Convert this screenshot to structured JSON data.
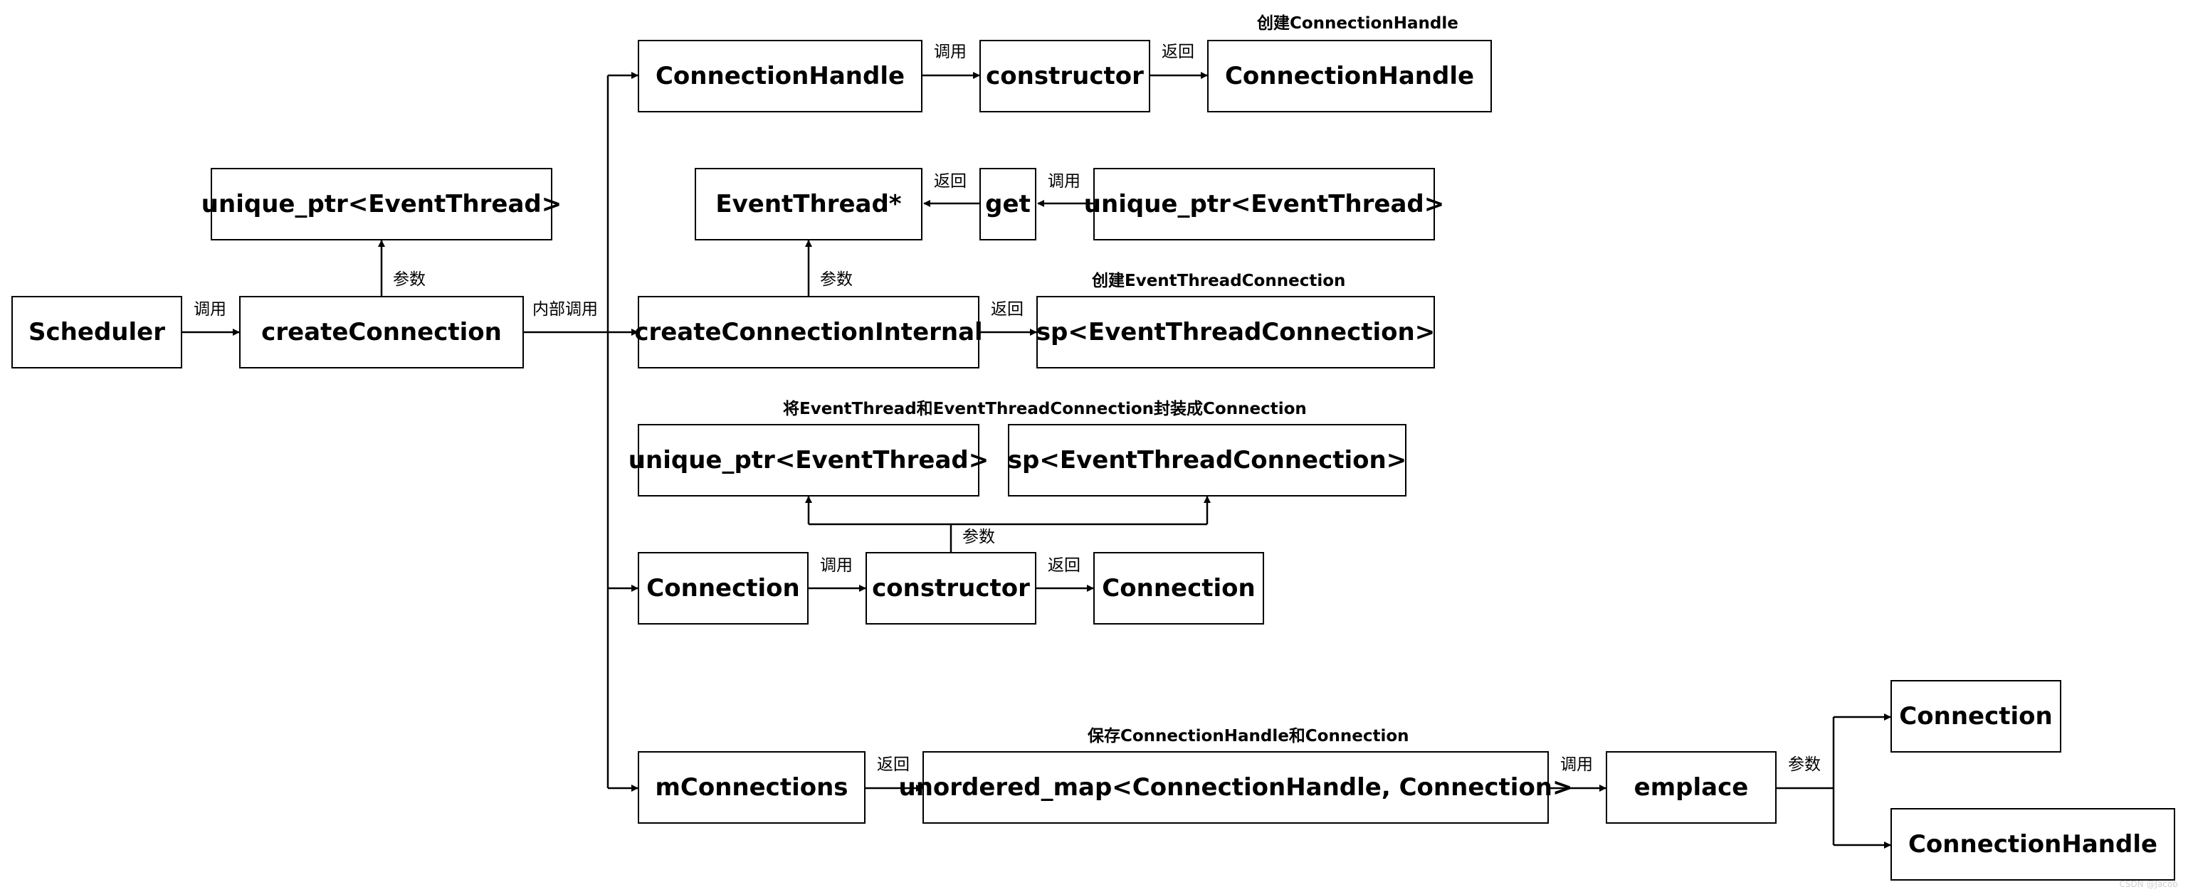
{
  "nodes": {
    "scheduler": "Scheduler",
    "create_connection": "createConnection",
    "unique_ptr_top": "unique_ptr<EventThread>",
    "connection_handle_1": "ConnectionHandle",
    "constructor_1": "constructor",
    "connection_handle_2": "ConnectionHandle",
    "event_thread_ptr": "EventThread*",
    "get": "get",
    "unique_ptr_get": "unique_ptr<EventThread>",
    "create_connection_internal": "createConnectionInternal",
    "sp_connection_1": "sp<EventThreadConnection>",
    "unique_ptr_mid": "unique_ptr<EventThread>",
    "sp_connection_2": "sp<EventThreadConnection>",
    "connection_1": "Connection",
    "constructor_2": "constructor",
    "connection_2": "Connection",
    "m_connections": "mConnections",
    "unordered_map": "unordered_map<ConnectionHandle, Connection>",
    "emplace": "emplace",
    "connection_3": "Connection",
    "connection_handle_3": "ConnectionHandle"
  },
  "labels": {
    "call_scheduler": "调用",
    "param_top": "参数",
    "internal_call": "内部调用",
    "call_ch": "调用",
    "return_ch": "返回",
    "create_ch": "创建ConnectionHandle",
    "return_get": "返回",
    "call_get": "调用",
    "param_internal": "参数",
    "return_internal": "返回",
    "create_etc": "创建EventThreadConnection",
    "wrap_title": "将EventThread和EventThreadConnection封装成Connection",
    "param_ctor": "参数",
    "call_conn": "调用",
    "return_conn": "返回",
    "return_map": "返回",
    "save_title": "保存ConnectionHandle和Connection",
    "call_emplace": "调用",
    "param_emplace": "参数"
  },
  "watermark": "CSDN @Jacob"
}
